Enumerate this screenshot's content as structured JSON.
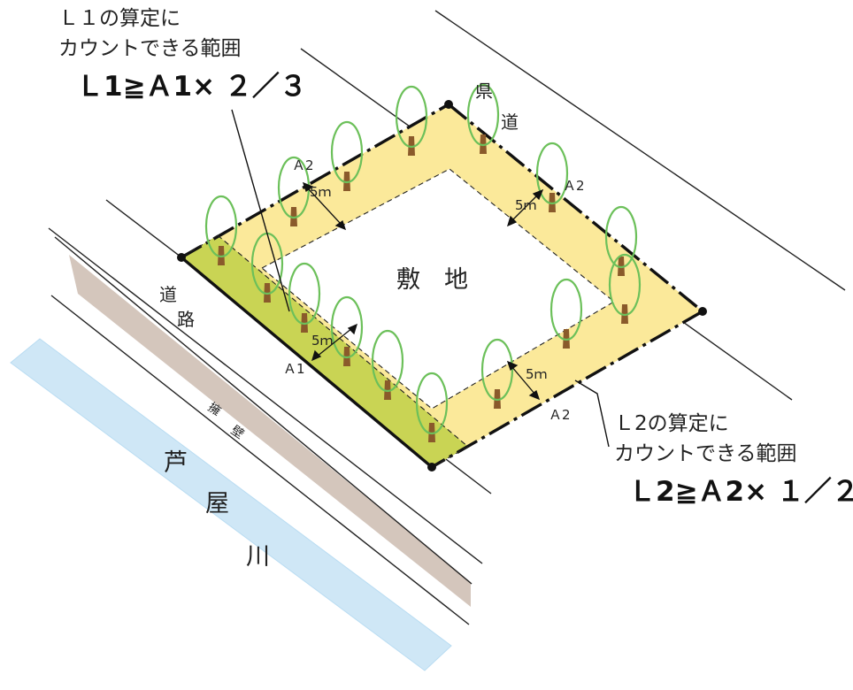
{
  "labels": {
    "L1_label_line1": "Ｌ１の算定に",
    "L1_label_line2": "カウントできる範囲",
    "L1_formula": "Ｌ1≧Ａ1× ２／３",
    "L2_label_line1": "Ｌ2の算定に",
    "L2_label_line2": "カウントできる範囲",
    "L2_formula": "Ｌ2≧Ａ2× １／２",
    "prefectural_road": [
      "県",
      "道"
    ],
    "road": [
      "道",
      "路"
    ],
    "site": "敷　地",
    "retaining_wall": [
      "擁",
      "壁"
    ],
    "river": [
      "芦",
      "屋",
      "川"
    ],
    "setback": "5ｍ",
    "A1": "Ａ1",
    "A2": "Ａ2"
  }
}
